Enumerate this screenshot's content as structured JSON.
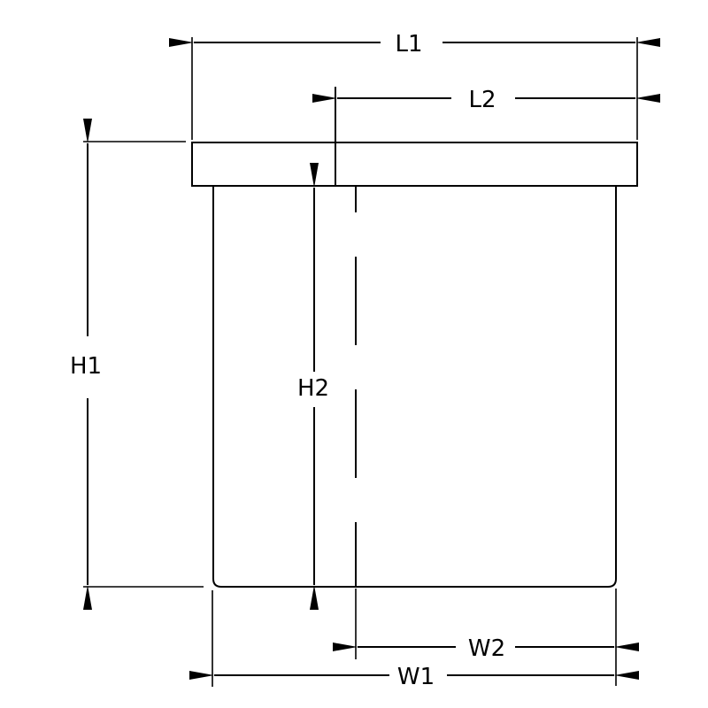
{
  "diagram": {
    "type": "dimension drawing",
    "dimensions": {
      "L1": "L1",
      "L2": "L2",
      "H1": "H1",
      "H2": "H2",
      "W1": "W1",
      "W2": "W2"
    }
  }
}
